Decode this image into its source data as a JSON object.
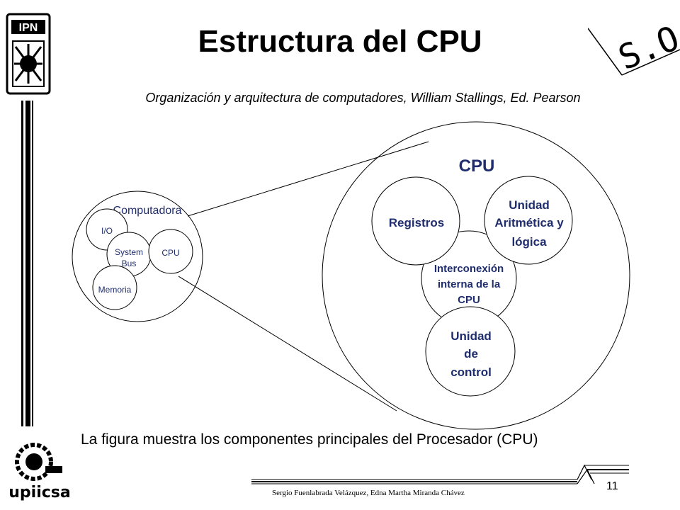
{
  "slide": {
    "title": "Estructura del CPU",
    "subtitle": "Organización y arquitectura de computadores, William Stallings, Ed. Pearson",
    "caption": "La figura muestra los componentes principales del Procesador (CPU)",
    "authors": "Sergio  Fuenlabrada Velázquez, Edna Martha Miranda Chávez",
    "page_number": "11",
    "corner_mark": "S.O."
  },
  "logos": {
    "top_left": {
      "text": "IPN"
    },
    "bottom_left": {
      "text": "upiicsa"
    }
  },
  "diagram": {
    "computer": {
      "label": "Computadora",
      "io": "I/O",
      "bus_line1": "System",
      "bus_line2": "Bus",
      "cpu": "CPU",
      "memory": "Memoria"
    },
    "cpu": {
      "label": "CPU",
      "registers": "Registros",
      "alu_line1": "Unidad",
      "alu_line2": "Aritmética y",
      "alu_line3": "lógica",
      "interconnect_line1": "Interconexión",
      "interconnect_line2": "interna de la",
      "interconnect_line3": "CPU",
      "control_line1": "Unidad",
      "control_line2": "de",
      "control_line3": "control"
    }
  },
  "colors": {
    "diagram_text": "#1f2d6e",
    "lines": "#000000"
  }
}
